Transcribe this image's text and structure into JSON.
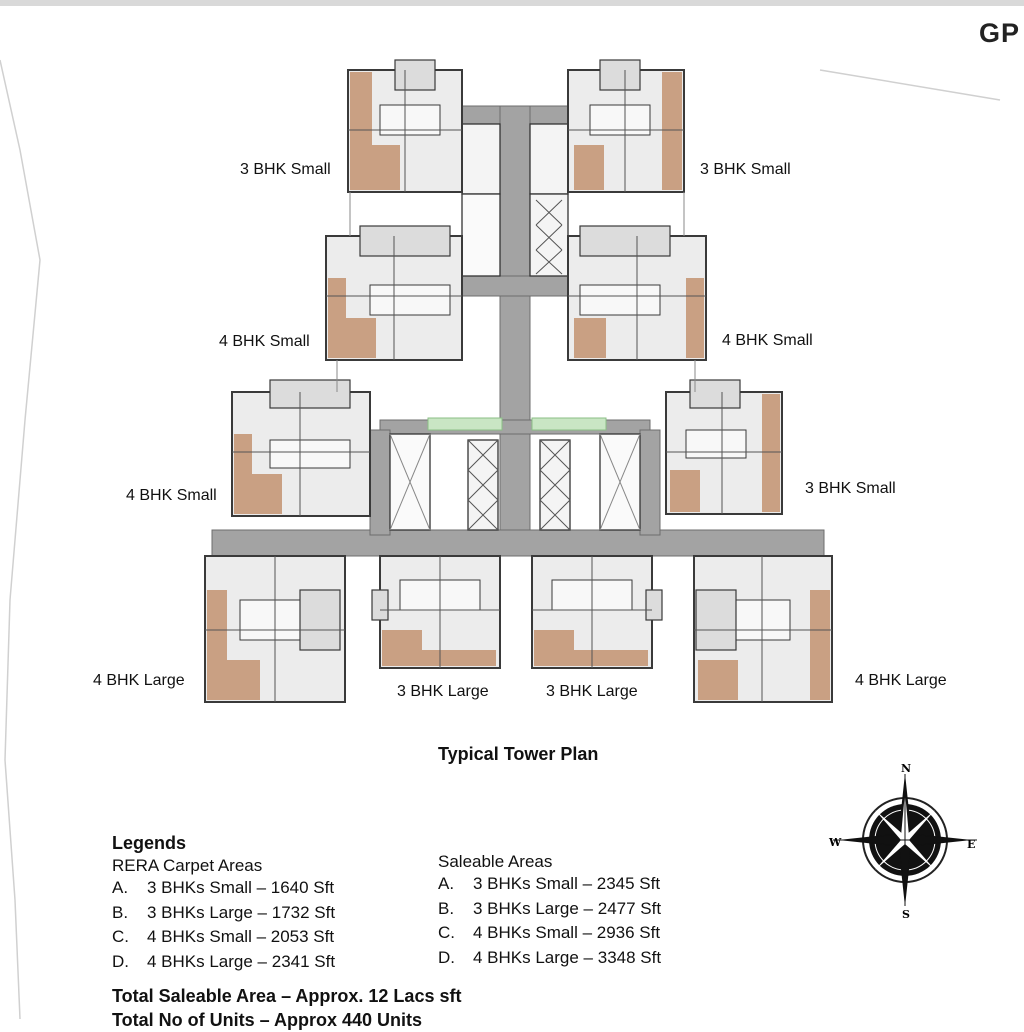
{
  "header": {
    "corner_text": "GP"
  },
  "plan": {
    "title": "Typical Tower Plan",
    "unit_labels": {
      "tl1": "3 BHK Small",
      "tr1": "3 BHK Small",
      "tl2": "4 BHK Small",
      "tr2": "4 BHK Small",
      "tl3": "4 BHK Small",
      "tr3": "3 BHK Small",
      "bl": "4 BHK Large",
      "bm1": "3 BHK Large",
      "bm2": "3 BHK Large",
      "br": "4 BHK Large"
    }
  },
  "legend": {
    "heading": "Legends",
    "carpet": {
      "title": "RERA Carpet Areas",
      "items": [
        {
          "key": "A.",
          "text": "3 BHKs Small – 1640 Sft"
        },
        {
          "key": "B.",
          "text": "3 BHKs Large – 1732 Sft"
        },
        {
          "key": "C.",
          "text": "4 BHKs Small – 2053 Sft"
        },
        {
          "key": "D.",
          "text": "4 BHKs Large – 2341 Sft"
        }
      ]
    },
    "saleable": {
      "title": "Saleable Areas",
      "items": [
        {
          "key": "A.",
          "text": "3 BHKs Small – 2345 Sft"
        },
        {
          "key": "B.",
          "text": "3 BHKs Large – 2477 Sft"
        },
        {
          "key": "C.",
          "text": "4 BHKs Small – 2936 Sft"
        },
        {
          "key": "D.",
          "text": "4 BHKs Large – 3348 Sft"
        }
      ]
    }
  },
  "totals": {
    "saleable": "Total Saleable Area – Approx. 12 Lacs sft",
    "units": "Total No of Units – Approx 440 Units"
  },
  "compass": {
    "n": "N",
    "e": "E",
    "s": "S",
    "w": "W"
  },
  "colors": {
    "corridor": "#a3a3a3",
    "wood": "#c9a083",
    "room": "#e6e6e6",
    "wall": "#3a3a3a"
  }
}
